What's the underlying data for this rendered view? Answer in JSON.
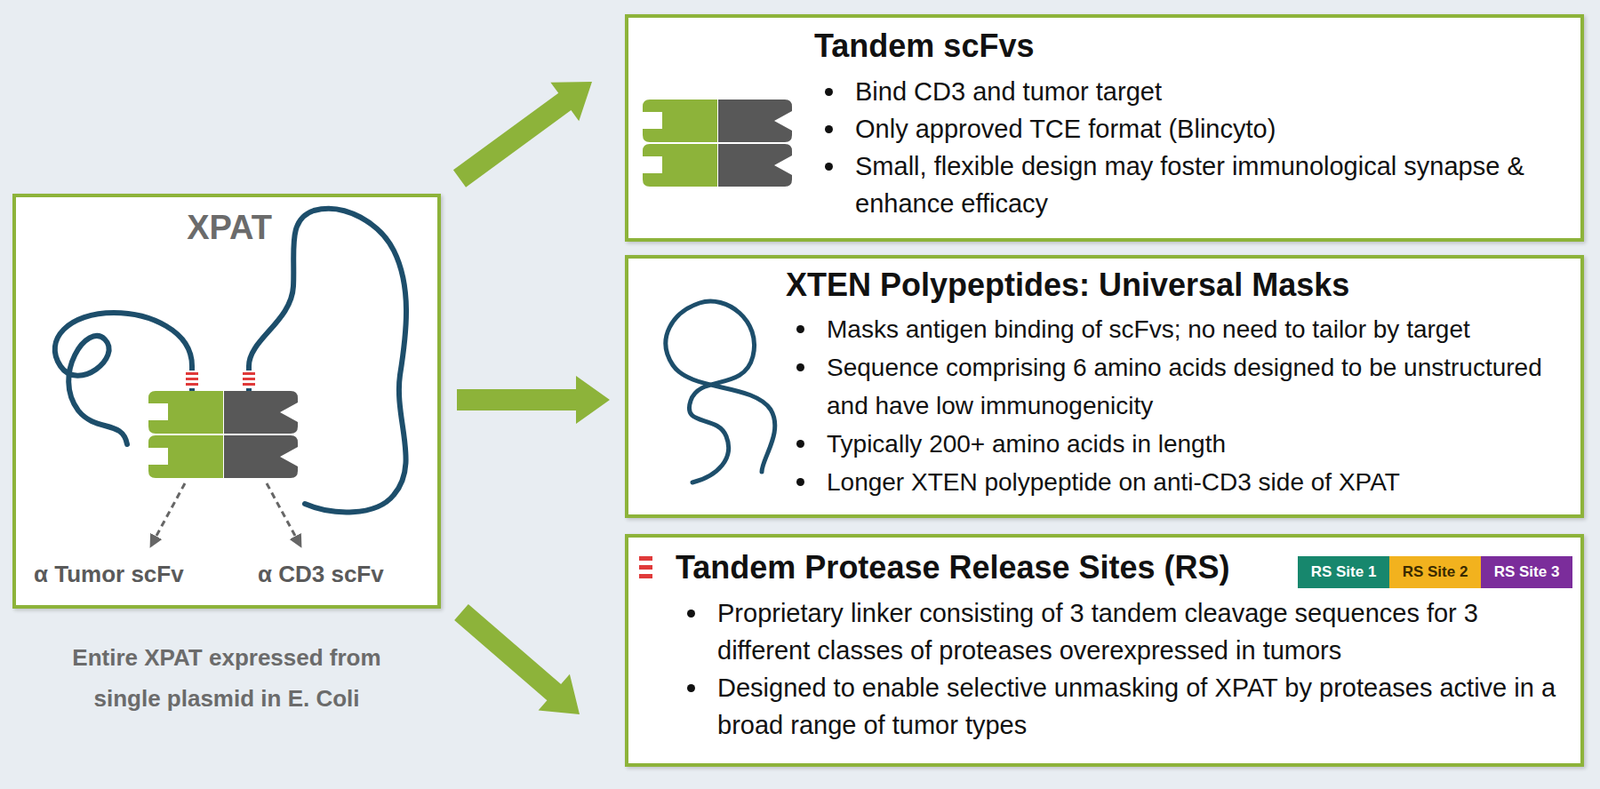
{
  "diagram": {
    "nodes": [
      {
        "text": [
          "XPAT"
        ]
      },
      {
        "text": [
          "Tandem scFvs",
          "Bind CD3 and tumor target",
          "Only approved TCE format (Blincyto)",
          "Small, flexible design may foster immunological synapse & enhance efficacy"
        ]
      },
      {
        "text": [
          "XTEN Polypeptides: Universal Masks",
          "Masks antigen binding of scFvs; no need to tailor by target",
          "Sequence comprising 6 amino acids designed to be unstructured and have low immunogenicity",
          "Typically 200+ amino acids in length",
          "Longer XTEN polypeptide on anti-CD3 side of XPAT"
        ]
      },
      {
        "text": [
          "Tandem Protease Release Sites (RS)",
          "Proprietary linker consisting of 3 tandem cleavage sequences for 3 different classes of proteases overexpressed in tumors",
          "Designed to enable selective unmasking of XPAT by proteases active in a broad range of tumor types"
        ]
      },
      {
        "text": [
          "RS Site 1"
        ],
        "in": 3
      },
      {
        "text": [
          "RS Site 2"
        ],
        "in": 3
      },
      {
        "text": [
          "RS Site 3"
        ],
        "in": 3
      }
    ],
    "edges": [
      {
        "from": 0,
        "to": 1,
        "arrow": "to"
      },
      {
        "from": 0,
        "to": 2,
        "arrow": "to"
      },
      {
        "from": 0,
        "to": 3,
        "arrow": "to"
      }
    ],
    "labels": [
      "α Tumor scFv",
      "α CD3 scFv",
      "Entire XPAT expressed from single plasmid in E. Coli"
    ]
  }
}
